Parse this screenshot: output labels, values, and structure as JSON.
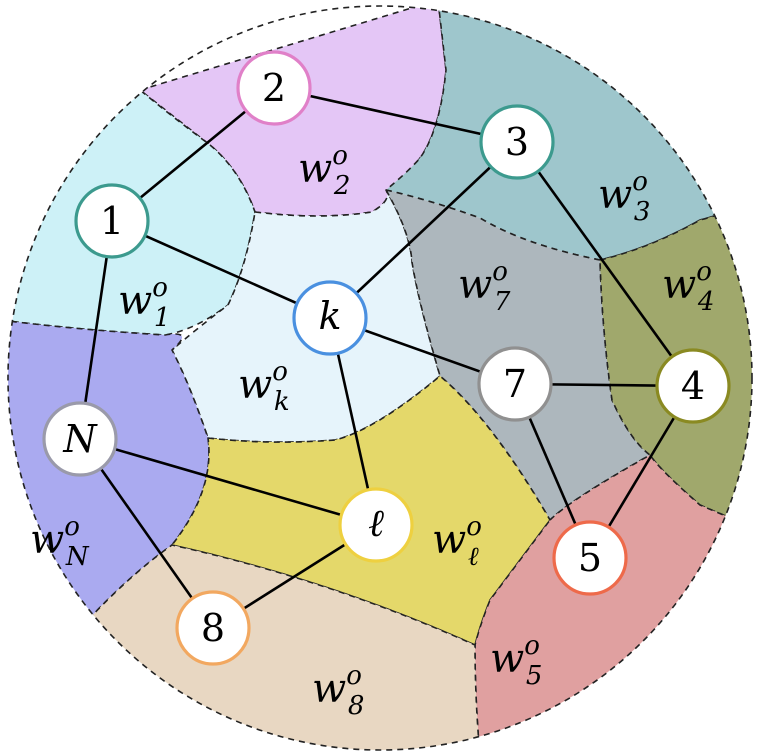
{
  "nodes": [
    {
      "id": "1",
      "label": "1",
      "italic": false,
      "color": "#3c9a8e"
    },
    {
      "id": "2",
      "label": "2",
      "italic": false,
      "color": "#e080c8"
    },
    {
      "id": "3",
      "label": "3",
      "italic": false,
      "color": "#3c9a8e"
    },
    {
      "id": "4",
      "label": "4",
      "italic": false,
      "color": "#8a8a22"
    },
    {
      "id": "5",
      "label": "5",
      "italic": false,
      "color": "#ee6a4a"
    },
    {
      "id": "7",
      "label": "7",
      "italic": false,
      "color": "#909090"
    },
    {
      "id": "8",
      "label": "8",
      "italic": false,
      "color": "#f2a860"
    },
    {
      "id": "k",
      "label": "k",
      "italic": true,
      "color": "#4a90e0"
    },
    {
      "id": "l",
      "label": "ℓ",
      "italic": true,
      "color": "#eed040"
    },
    {
      "id": "N",
      "label": "N",
      "italic": true,
      "color": "#9a9aaa"
    }
  ],
  "edges": [
    [
      "1",
      "2"
    ],
    [
      "2",
      "3"
    ],
    [
      "1",
      "k"
    ],
    [
      "1",
      "N"
    ],
    [
      "3",
      "k"
    ],
    [
      "3",
      "4"
    ],
    [
      "k",
      "7"
    ],
    [
      "k",
      "l"
    ],
    [
      "7",
      "4"
    ],
    [
      "7",
      "5"
    ],
    [
      "4",
      "5"
    ],
    [
      "N",
      "l"
    ],
    [
      "N",
      "8"
    ],
    [
      "l",
      "8"
    ]
  ],
  "regions": [
    {
      "id": "w1",
      "color": "#cdf1f7",
      "label": {
        "main": "w",
        "sup": "o",
        "sub": "1"
      }
    },
    {
      "id": "w2",
      "color": "#e4c6f6",
      "label": {
        "main": "w",
        "sup": "o",
        "sub": "2"
      }
    },
    {
      "id": "w3",
      "color": "#9ec6cc",
      "label": {
        "main": "w",
        "sup": "o",
        "sub": "3"
      }
    },
    {
      "id": "w4",
      "color": "#a0a86c",
      "label": {
        "main": "w",
        "sup": "o",
        "sub": "4"
      }
    },
    {
      "id": "w5",
      "color": "#e0a0a0",
      "label": {
        "main": "w",
        "sup": "o",
        "sub": "5"
      }
    },
    {
      "id": "w7",
      "color": "#adb7bd",
      "label": {
        "main": "w",
        "sup": "o",
        "sub": "7"
      }
    },
    {
      "id": "w8",
      "color": "#e8d7c2",
      "label": {
        "main": "w",
        "sup": "o",
        "sub": "8"
      }
    },
    {
      "id": "wk",
      "color": "#e6f4fb",
      "label": {
        "main": "w",
        "sup": "o",
        "sub": "k"
      }
    },
    {
      "id": "wl",
      "color": "#e4d86a",
      "label": {
        "main": "w",
        "sup": "o",
        "sub": "ℓ"
      }
    },
    {
      "id": "wN",
      "color": "#aaaaf0",
      "label": {
        "main": "w",
        "sup": "o",
        "sub": "N"
      }
    }
  ]
}
